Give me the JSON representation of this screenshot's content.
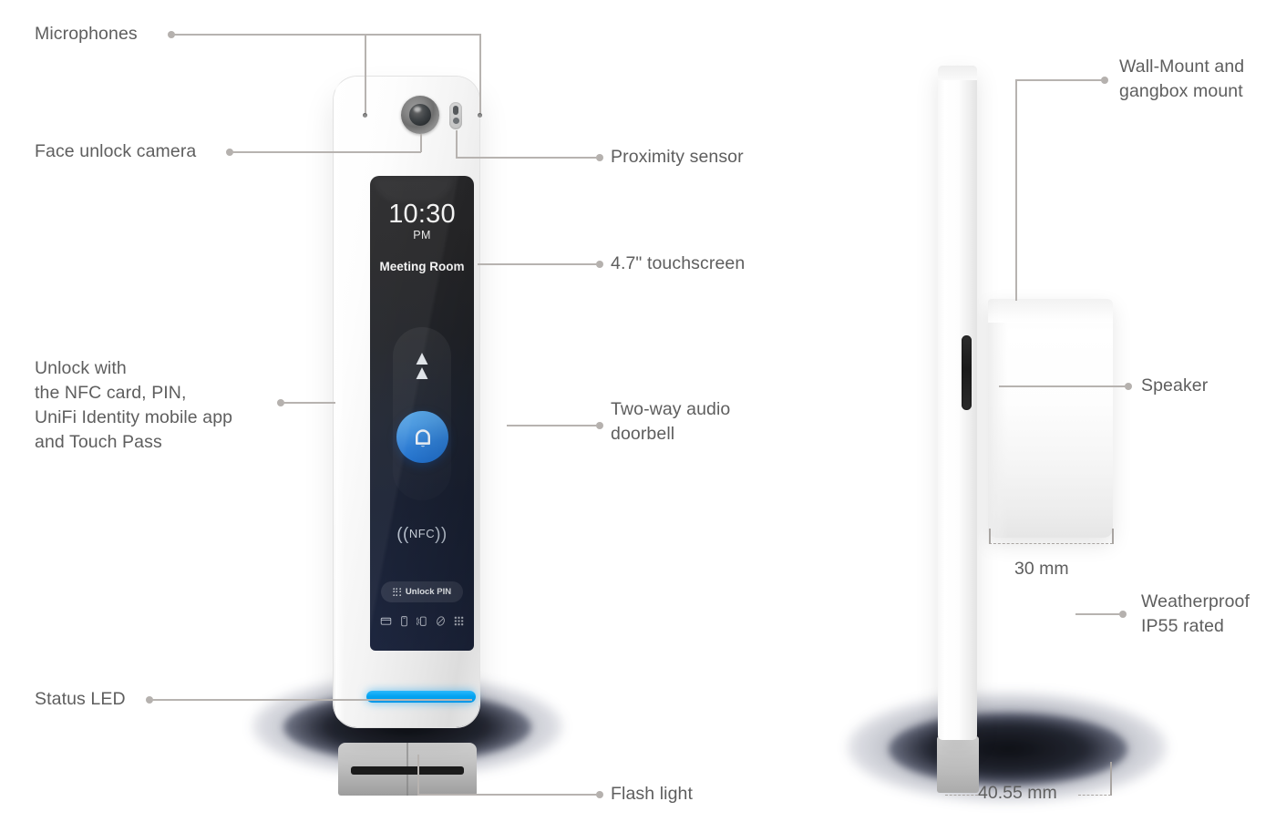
{
  "diagram": {
    "title": "UniFi Access Intercom product callout diagram",
    "label_color": "#5e5e5e",
    "leader_color": "#b5b1ae",
    "accent_blue": "#03a4f2",
    "doorbell_blue": "#2f7ed4"
  },
  "callouts": {
    "microphones": "Microphones",
    "face_unlock_camera": "Face unlock camera",
    "unlock_methods": "Unlock with\nthe NFC card, PIN,\nUniFi Identity mobile app\nand Touch Pass",
    "status_led": "Status LED",
    "proximity_sensor": "Proximity sensor",
    "touchscreen": "4.7\" touchscreen",
    "two_way_audio": "Two-way audio\ndoorbell",
    "flash_light": "Flash light",
    "wall_mount": "Wall-Mount and\ngangbox mount",
    "speaker": "Speaker",
    "weatherproof": "Weatherproof\nIP55 rated"
  },
  "dimensions": {
    "depth": "30 mm",
    "width": "40.55 mm"
  },
  "screen": {
    "time": "10:30",
    "period": "PM",
    "room_name": "Meeting Room",
    "chevrons": "swipe-up-chevrons",
    "doorbell_icon": "bell-icon",
    "nfc_left_waves": "((",
    "nfc_label": "NFC",
    "nfc_right_waves": "))",
    "unlock_pin_label": "Unlock PIN",
    "icon_row": [
      "card-icon",
      "mobile-phone-icon",
      "nfc-tap-icon",
      "touch-pass-icon",
      "keypad-icon"
    ]
  }
}
